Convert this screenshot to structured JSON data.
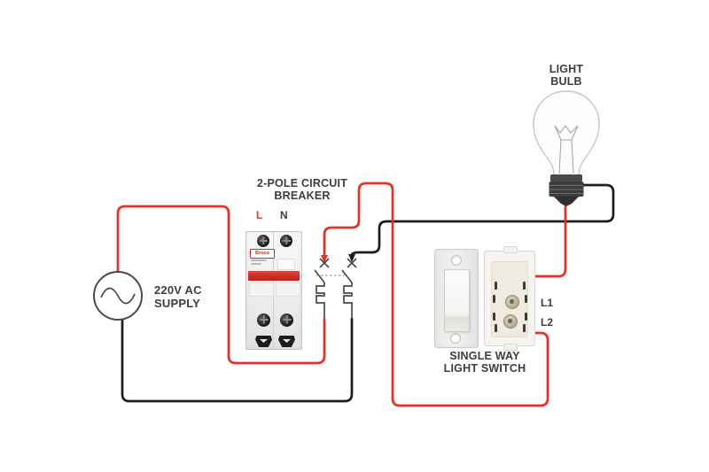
{
  "diagram": {
    "type": "electrical-wiring-diagram",
    "colors": {
      "wire_live": "#e53125",
      "wire_neutral": "#1d1d1d",
      "label_text": "#3d3d3d",
      "schematic_gray": "#4a4a4a",
      "terminal_live_red": "#d63c2f",
      "breaker_band_red": "#cf2d23"
    },
    "components": {
      "supply": {
        "label_line1": "220V AC",
        "label_line2": "SUPPLY",
        "symbol": "ac-sine-source"
      },
      "breaker": {
        "label_line1": "2-POLE CIRCUIT",
        "label_line2": "BREAKER",
        "terminal_live": "L",
        "terminal_neutral": "N",
        "brand": "Broco"
      },
      "bulb": {
        "label_line1": "LIGHT",
        "label_line2": "BULB"
      },
      "light_switch": {
        "label_line1": "SINGLE WAY",
        "label_line2": "LIGHT SWITCH",
        "terminal_1": "L1",
        "terminal_2": "L2"
      }
    },
    "wiring": {
      "live_path": "supply → breaker L pole → switch L2, switch L1 → bulb",
      "neutral_path": "bulb → breaker N pole → supply"
    }
  }
}
